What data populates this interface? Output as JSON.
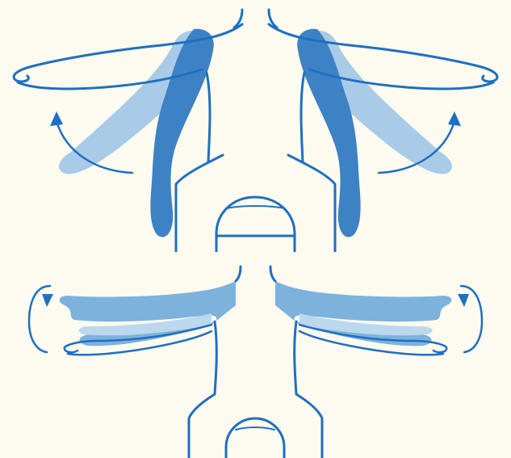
{
  "colors": {
    "background": "#fdfaef",
    "outline": "#1f6fc1",
    "arm_dark": "#3d82c4",
    "arm_light": "#a9cbe7",
    "arm_mid": "#7db2dc",
    "arrow": "#1f6fc1"
  },
  "figures": [
    {
      "id": "shoulder-raise",
      "icons": [
        "torso-outline",
        "arm-raised-light",
        "arm-lowered-dark",
        "curved-arrow-up"
      ]
    },
    {
      "id": "arm-rotation",
      "icons": [
        "torso-outline",
        "arm-horizontal",
        "rotation-arrow"
      ]
    }
  ]
}
